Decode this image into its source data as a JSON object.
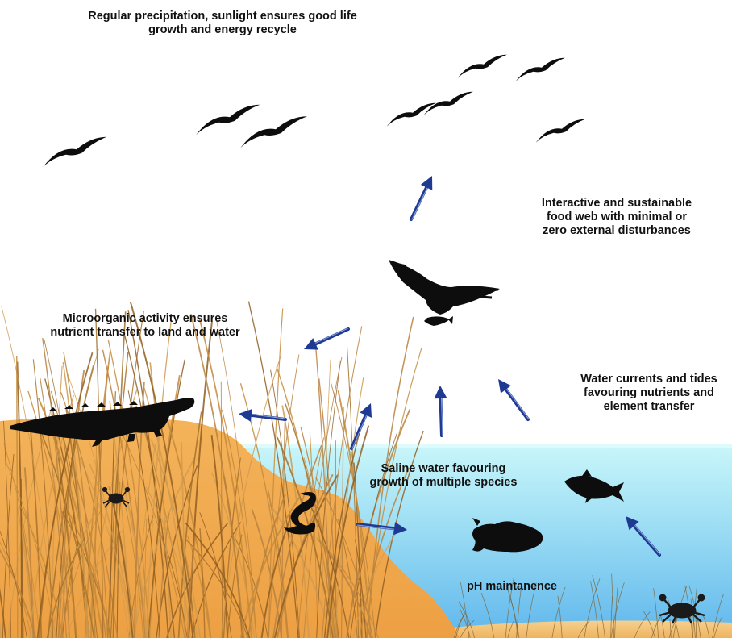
{
  "labels": {
    "precipitation": {
      "line1": "Regular precipitation, sunlight ensures good life",
      "line2": "growth and energy recycle"
    },
    "food_web": {
      "line1": "Interactive and sustainable",
      "line2": "food web with minimal or",
      "line3": "zero external disturbances"
    },
    "microorganic": {
      "line1": "Microorganic activity ensures",
      "line2": "nutrient transfer to land and water"
    },
    "currents": {
      "line1": "Water currents and tides",
      "line2": "favouring nutrients and",
      "line3": "element transfer"
    },
    "saline": {
      "line1": "Saline water favouring",
      "line2": "growth of multiple species"
    },
    "ph": "pH maintanence"
  },
  "colors": {
    "arrow": "#1f3a93",
    "arrow_highlight": "#8fa6e0",
    "silhouette": "#0d0d0d",
    "land": "#f2a94a",
    "land_dark": "#e3932e",
    "water_top": "#b8f0f6",
    "water_bottom": "#6fc3ee",
    "grass": "#b07a2e"
  }
}
